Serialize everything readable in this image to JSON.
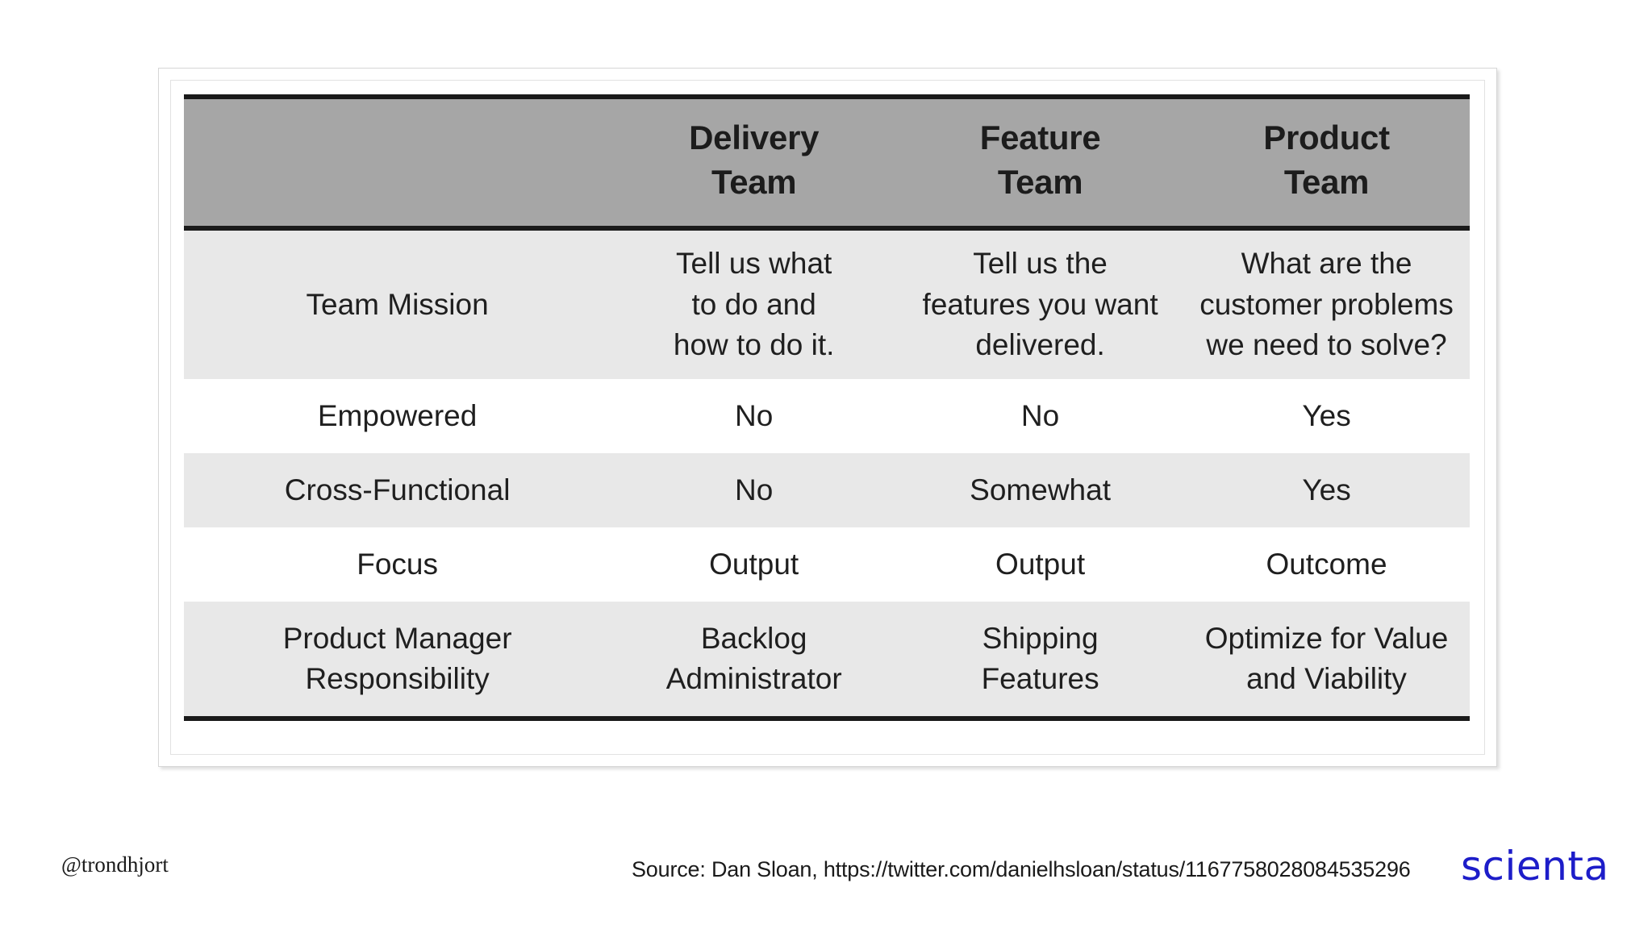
{
  "table": {
    "columns": [
      {
        "key": "label",
        "header": ""
      },
      {
        "key": "delivery",
        "header_line1": "Delivery",
        "header_line2": "Team"
      },
      {
        "key": "feature",
        "header_line1": "Feature",
        "header_line2": "Team"
      },
      {
        "key": "product",
        "header_line1": "Product",
        "header_line2": "Team"
      }
    ],
    "rows": [
      {
        "id": "team-mission",
        "label": "Team Mission",
        "delivery": {
          "lines": [
            "Tell us what",
            "to do and",
            "how to do it."
          ]
        },
        "feature": {
          "lines": [
            "Tell us the",
            "features you want",
            "delivered."
          ]
        },
        "product": {
          "lines": [
            "What are the",
            "customer problems",
            "we need to solve?"
          ]
        }
      },
      {
        "id": "empowered",
        "label": "Empowered",
        "delivery": {
          "lines": [
            "No"
          ]
        },
        "feature": {
          "lines": [
            "No"
          ]
        },
        "product": {
          "lines": [
            "Yes"
          ]
        }
      },
      {
        "id": "cross-functional",
        "label": "Cross-Functional",
        "delivery": {
          "lines": [
            "No"
          ]
        },
        "feature": {
          "lines": [
            "Somewhat"
          ]
        },
        "product": {
          "lines": [
            "Yes"
          ]
        }
      },
      {
        "id": "focus",
        "label": "Focus",
        "delivery": {
          "lines": [
            "Output"
          ]
        },
        "feature": {
          "lines": [
            "Output"
          ]
        },
        "product": {
          "lines": [
            "Outcome"
          ]
        }
      },
      {
        "id": "product-manager-responsibility",
        "label_lines": [
          "Product Manager",
          "Responsibility"
        ],
        "label": "Product Manager Responsibility",
        "delivery": {
          "lines": [
            "Backlog",
            "Administrator"
          ]
        },
        "feature": {
          "lines": [
            "Shipping",
            "Features"
          ]
        },
        "product": {
          "lines": [
            "Optimize for Value",
            "and Viability"
          ]
        }
      }
    ]
  },
  "footer": {
    "handle": "@trondhjort",
    "source": "Source: Dan Sloan, https://twitter.com/danielhsloan/status/1167758028084535296",
    "brand": "scienta"
  },
  "colors": {
    "header_background": "#a6a6a6",
    "stripe_background": "#e8e8e8",
    "row_background": "#ffffff",
    "rule": "#1a1a1a",
    "brand_blue": "#1d1dc9",
    "text": "#1f1f1f"
  }
}
